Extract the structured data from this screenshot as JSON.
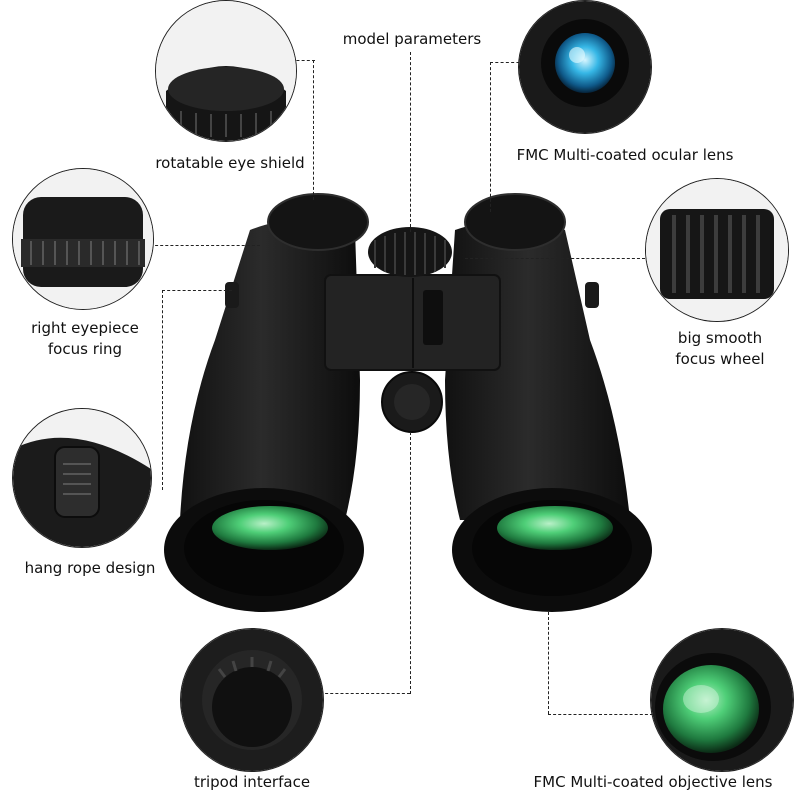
{
  "callouts": {
    "rotatable_eye_shield": "rotatable eye shield",
    "model_parameters": "model parameters",
    "fmc_ocular": "FMC Multi-coated ocular lens",
    "right_eyepiece_line1": "right eyepiece",
    "right_eyepiece_line2": "focus ring",
    "big_wheel_line1": "big smooth",
    "big_wheel_line2": "focus wheel",
    "hang_rope": "hang rope design",
    "tripod": "tripod interface",
    "fmc_objective": "FMC Multi-coated objective lens"
  },
  "colors": {
    "body": "#1c1c1c",
    "lens_green": "#3fbf6a",
    "ocular_cyan": "#2aa7d9",
    "leader": "#222222"
  },
  "icons": [
    "binoculars-illustration",
    "eye-shield-detail",
    "eyepiece-ring-detail",
    "hang-rope-detail",
    "tripod-detail",
    "ocular-lens-detail",
    "focus-wheel-detail",
    "objective-lens-detail"
  ]
}
